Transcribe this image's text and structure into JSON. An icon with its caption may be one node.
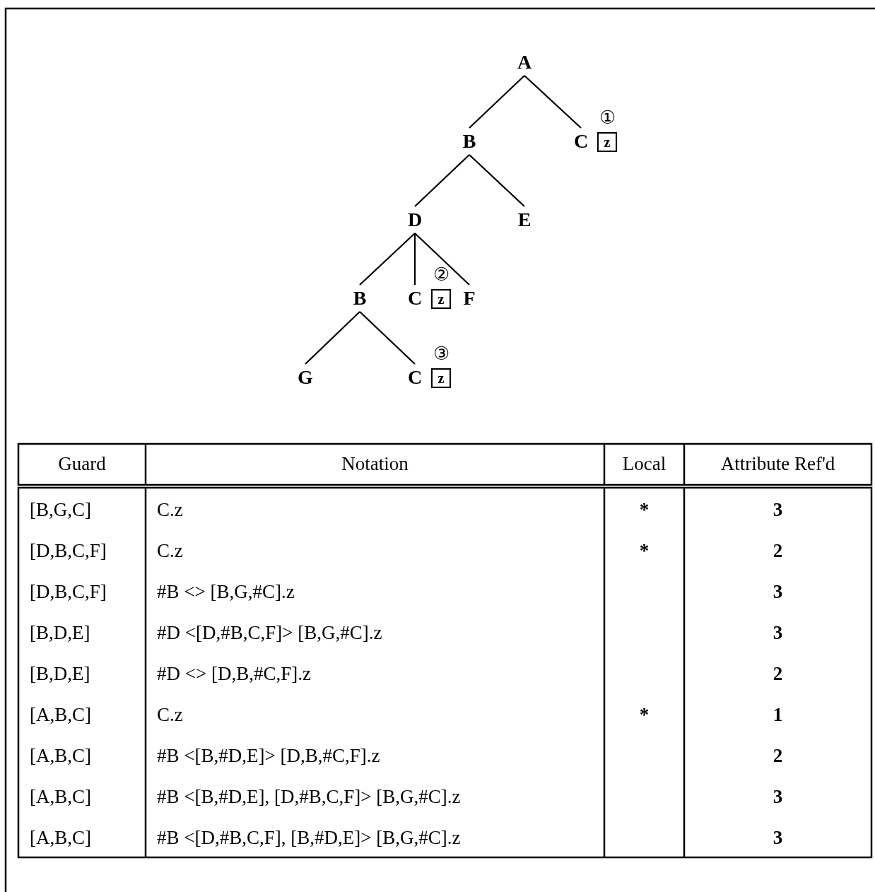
{
  "diagram": {
    "nodes": [
      {
        "text": [
          "A"
        ]
      },
      {
        "text": [
          "B"
        ]
      },
      {
        "text": [
          "C"
        ]
      },
      {
        "text": [
          "z"
        ],
        "beside": [
          "①"
        ]
      },
      {
        "text": [
          "D"
        ]
      },
      {
        "text": [
          "E"
        ]
      },
      {
        "text": [
          "B"
        ]
      },
      {
        "text": [
          "C"
        ]
      },
      {
        "text": [
          "z"
        ],
        "beside": [
          "②"
        ]
      },
      {
        "text": [
          "F"
        ]
      },
      {
        "text": [
          "G"
        ]
      },
      {
        "text": [
          "C"
        ]
      },
      {
        "text": [
          "z"
        ],
        "beside": [
          "③"
        ]
      }
    ],
    "edges": [
      {
        "from": 0,
        "to": 1,
        "arrow": "none"
      },
      {
        "from": 0,
        "to": 2,
        "arrow": "none"
      },
      {
        "from": 1,
        "to": 4,
        "arrow": "none"
      },
      {
        "from": 1,
        "to": 5,
        "arrow": "none"
      },
      {
        "from": 4,
        "to": 6,
        "arrow": "none"
      },
      {
        "from": 4,
        "to": 7,
        "arrow": "none"
      },
      {
        "from": 4,
        "to": 9,
        "arrow": "none"
      },
      {
        "from": 6,
        "to": 10,
        "arrow": "none"
      },
      {
        "from": 6,
        "to": 11,
        "arrow": "none"
      }
    ],
    "labels": [
      "Guard",
      "Notation",
      "Local",
      "Attribute Ref'd",
      "[B,G,C]",
      "C.z",
      "*",
      "3",
      "[D,B,C,F]",
      "C.z",
      "*",
      "2",
      "[D,B,C,F]",
      "#B <> [B,G,#C].z",
      "3",
      "[B,D,E]",
      "#D <[D,#B,C,F]> [B,G,#C].z",
      "3",
      "[B,D,E]",
      "#D <> [D,B,#C,F].z",
      "2",
      "[A,B,C]",
      "C.z",
      "*",
      "1",
      "[A,B,C]",
      "#B <[B,#D,E]> [D,B,#C,F].z",
      "2",
      "[A,B,C]",
      "#B <[B,#D,E], [D,#B,C,F]> [B,G,#C].z",
      "3",
      "[A,B,C]",
      "#B <[D,#B,C,F], [B,#D,E]> [B,G,#C].z",
      "3"
    ]
  }
}
